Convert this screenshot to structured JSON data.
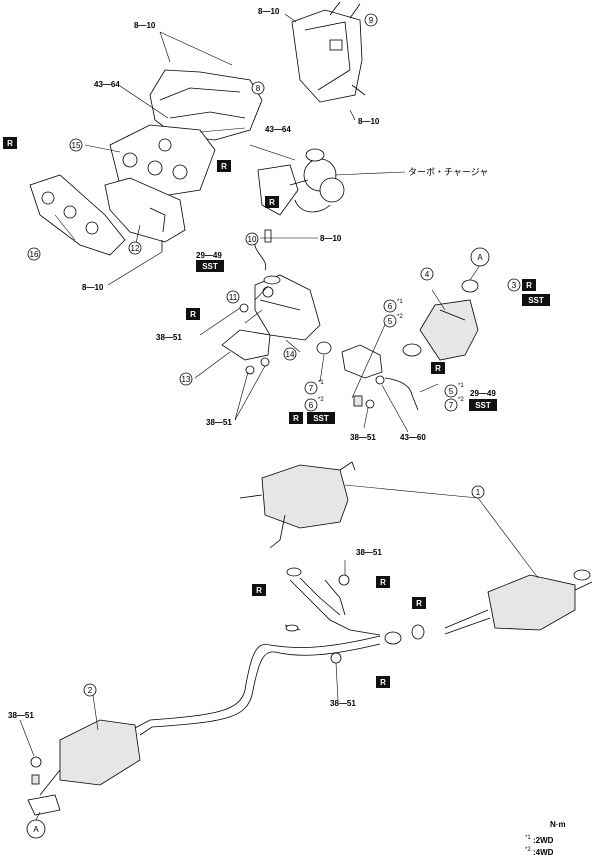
{
  "torque_labels": {
    "t_8_10_a": "8—10",
    "t_8_10_b": "8—10",
    "t_8_10_c": "8—10",
    "t_8_10_d": "8—10",
    "t_8_10_e": "8—10",
    "t_43_64_a": "43—64",
    "t_43_64_b": "43—64",
    "t_29_49_a": "29—49",
    "t_29_49_b": "29—49",
    "t_38_51_a": "38—51",
    "t_38_51_b": "38—51",
    "t_38_51_c": "38—51",
    "t_38_51_d": "38—51",
    "t_38_51_e": "38—51",
    "t_38_51_f": "38—51",
    "t_43_60": "43—60"
  },
  "callouts": {
    "c1": "1",
    "c2": "2",
    "c3": "3",
    "c4": "4",
    "c5a": "5",
    "c5b": "5",
    "c6a": "6",
    "c6b": "6",
    "c7a": "7",
    "c7b": "7",
    "c8": "8",
    "c9": "9",
    "c10": "10",
    "c11": "11",
    "c12": "12",
    "c13": "13",
    "c14": "14",
    "c15": "15",
    "c16": "16",
    "cA_top": "A",
    "cA_bottom": "A"
  },
  "superscripts": {
    "s1": "*1",
    "s2": "*2",
    "s3": "*1",
    "s4": "*2",
    "s5": "*1",
    "s6": "*2"
  },
  "badges": {
    "r": "R",
    "sst": "SST"
  },
  "turbo_label": "ターボ・チャージャ",
  "unit_label": "N·m",
  "notes": {
    "n1_mark": "*1",
    "n1_text": ":2WD",
    "n2_mark": "*2",
    "n2_text": ":4WD"
  }
}
